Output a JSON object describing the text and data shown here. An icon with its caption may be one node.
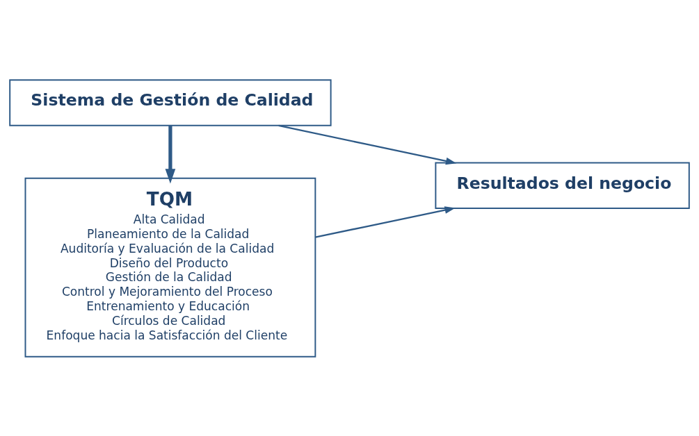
{
  "diagram": {
    "nodes": [
      {
        "text": [
          "TQM",
          "Alta Calidad",
          "Planeamiento de la Calidad",
          "Auditoría y Evaluación de la Calidad",
          "Diseño del Producto",
          "Gestión de la Calidad",
          "Control y Mejoramiento del Proceso",
          "Entrenamiento y Educación",
          "Círculos de Calidad",
          "Enfoque hacia la Satisfacción del Cliente"
        ]
      },
      {
        "text": [
          "Resultados del negocio"
        ]
      },
      {
        "text": [
          "Sistema de Gestión de Calidad"
        ]
      }
    ],
    "edges": [
      {
        "from": 0,
        "to": 1,
        "arrow": "to"
      },
      {
        "from": 2,
        "to": 0,
        "arrow": "to",
        "style": "thick"
      },
      {
        "from": 2,
        "to": 1,
        "arrow": "to"
      }
    ]
  }
}
